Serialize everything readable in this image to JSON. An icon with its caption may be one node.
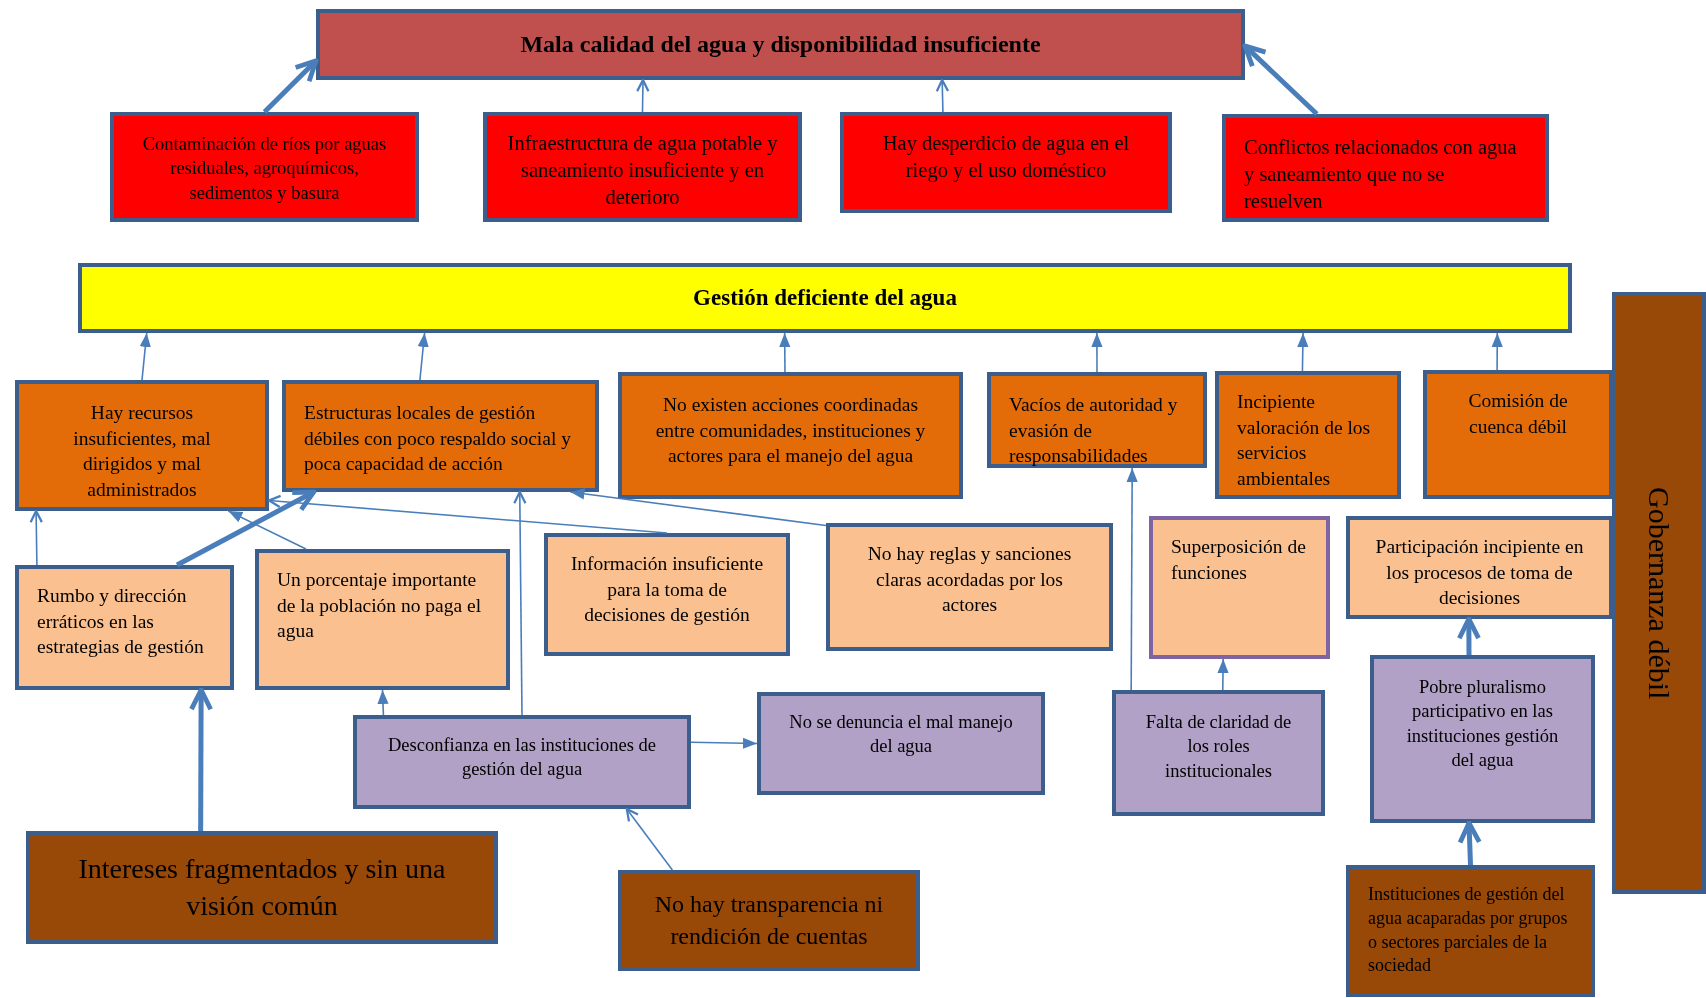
{
  "diagram": {
    "nodes": [
      {
        "text": [
          "Mala calidad del agua y disponibilidad insuficiente"
        ]
      },
      {
        "text": [
          "Contaminación de ríos por aguas residuales, agroquímicos, sedimentos y basura"
        ]
      },
      {
        "text": [
          "Infraestructura de agua potable y saneamiento insuficiente y en deterioro"
        ]
      },
      {
        "text": [
          "Hay desperdicio de agua en el riego y el uso doméstico"
        ]
      },
      {
        "text": [
          "Conflictos relacionados con agua y saneamiento que no se resuelven"
        ]
      },
      {
        "text": [
          "Gestión deficiente del agua"
        ]
      },
      {
        "text": [
          "Hay recursos insuficientes,  mal dirigidos y mal administrados"
        ]
      },
      {
        "text": [
          "Estructuras locales de gestión débiles con poco respaldo social y poca capacidad de acción"
        ]
      },
      {
        "text": [
          "No existen acciones coordinadas entre comunidades, instituciones y actores para el manejo del agua"
        ]
      },
      {
        "text": [
          "Vacíos de autoridad y evasión de responsabilidades"
        ]
      },
      {
        "text": [
          "Incipiente valoración de los servicios ambientales"
        ]
      },
      {
        "text": [
          "Comisión de cuenca débil"
        ]
      },
      {
        "text": [
          "Gobernanza débil"
        ]
      },
      {
        "text": [
          "Rumbo y dirección erráticos en las estrategias de gestión"
        ]
      },
      {
        "text": [
          "Un porcentaje importante de la población no paga el agua"
        ]
      },
      {
        "text": [
          "Información insuficiente para la toma de decisiones de gestión"
        ]
      },
      {
        "text": [
          "No hay reglas y sanciones claras acordadas por los actores"
        ]
      },
      {
        "text": [
          "Superposición de funciones"
        ]
      },
      {
        "text": [
          "Participación incipiente en los procesos de toma de decisiones"
        ]
      },
      {
        "text": [
          "Desconfianza en las instituciones de gestión  del agua"
        ]
      },
      {
        "text": [
          "No se denuncia el mal manejo del agua"
        ]
      },
      {
        "text": [
          "Falta de claridad de los roles institucionales"
        ]
      },
      {
        "text": [
          "Pobre pluralismo participativo en las instituciones gestión del agua"
        ]
      },
      {
        "text": [
          "Intereses  fragmentados y sin una visión común"
        ]
      },
      {
        "text": [
          "No hay transparencia ni rendición de cuentas"
        ]
      },
      {
        "text": [
          "Instituciones de gestión del agua acaparadas por grupos o sectores parciales de la sociedad"
        ]
      }
    ],
    "edges": [
      {
        "from": 1,
        "to": 0,
        "arrow": "to",
        "style": "thick"
      },
      {
        "from": 2,
        "to": 0,
        "arrow": "to"
      },
      {
        "from": 3,
        "to": 0,
        "arrow": "to"
      },
      {
        "from": 4,
        "to": 0,
        "arrow": "to",
        "style": "thick"
      },
      {
        "from": 6,
        "to": 5,
        "arrow": "to"
      },
      {
        "from": 7,
        "to": 5,
        "arrow": "to"
      },
      {
        "from": 8,
        "to": 5,
        "arrow": "to"
      },
      {
        "from": 9,
        "to": 5,
        "arrow": "to"
      },
      {
        "from": 10,
        "to": 5,
        "arrow": "to"
      },
      {
        "from": 11,
        "to": 5,
        "arrow": "to"
      },
      {
        "from": 13,
        "to": 6,
        "arrow": "to"
      },
      {
        "from": 13,
        "to": 7,
        "arrow": "to",
        "style": "thick"
      },
      {
        "from": 14,
        "to": 6,
        "arrow": "to"
      },
      {
        "from": 15,
        "to": 6,
        "arrow": "to"
      },
      {
        "from": 16,
        "to": 7,
        "arrow": "to"
      },
      {
        "from": 19,
        "to": 7,
        "arrow": "to"
      },
      {
        "from": 19,
        "to": 14,
        "arrow": "to"
      },
      {
        "from": 19,
        "to": 20,
        "arrow": "to"
      },
      {
        "from": 24,
        "to": 19,
        "arrow": "to"
      },
      {
        "from": 23,
        "to": 13,
        "arrow": "to",
        "style": "thick"
      },
      {
        "from": 21,
        "to": 9,
        "arrow": "to"
      },
      {
        "from": 21,
        "to": 17,
        "arrow": "to"
      },
      {
        "from": 22,
        "to": 18,
        "arrow": "to",
        "style": "thick"
      },
      {
        "from": 25,
        "to": 22,
        "arrow": "to",
        "style": "thick"
      }
    ]
  }
}
